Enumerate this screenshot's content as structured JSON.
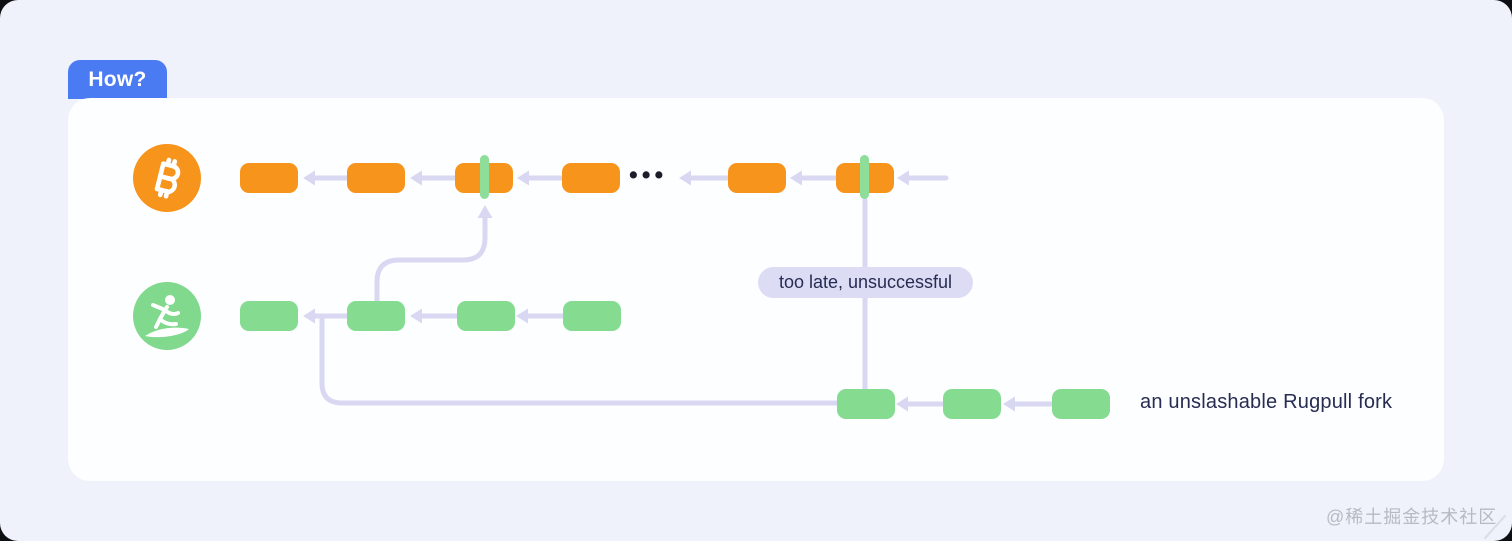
{
  "tab": {
    "label": "How?"
  },
  "watermark": "@稀土掘金技术社区",
  "diagram": {
    "ellipsis": "•••",
    "too_late_label": "too late, unsuccessful",
    "fork_label": "an unslashable Rugpull fork",
    "icons": {
      "bitcoin": "bitcoin-icon",
      "rugpull": "slipping-person-icon"
    },
    "chains": {
      "bitcoin": {
        "block_count": 6,
        "checkpoint_blocks": [
          3,
          6
        ],
        "direction": "arrows point left (to previous block)"
      },
      "rugpull": {
        "block_count": 4,
        "branches_from": "bitcoin chain block 3 via curved connector"
      },
      "fork": {
        "block_count": 3,
        "connects_to": "bitcoin chain block 6 via vertical line labeled too late, unsuccessful"
      }
    },
    "colors": {
      "page_bg": "#eff2fa",
      "card_bg": "#fdfeff",
      "tab_blue": "#4a7bf3",
      "bitcoin_orange": "#f7941c",
      "fork_green": "#85db90",
      "icon_green": "#80d98d",
      "checkpoint_green": "#8edd99",
      "connector_lavender": "#d8d8f2",
      "label_pill_bg": "#dcdcf4",
      "text_dark": "#272c52"
    }
  }
}
